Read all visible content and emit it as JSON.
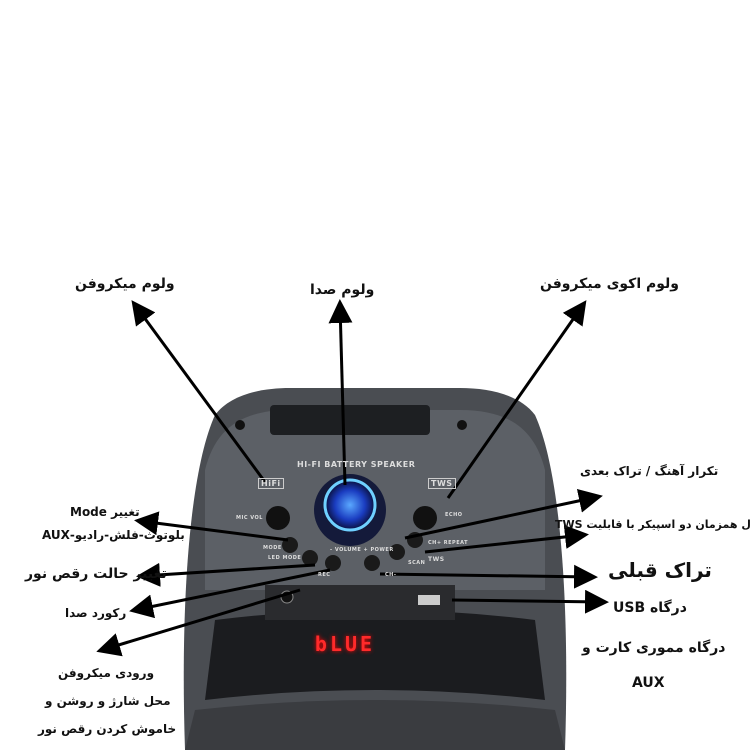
{
  "speaker": {
    "brand_text": "HI-FI BATTERY SPEAKER",
    "hifi_badge": "HiFi",
    "tws_badge": "TWS",
    "display_text": "bLUE",
    "panel_labels": {
      "mic_vol": "MIC VOL",
      "echo": "ECHO",
      "mode": "MODE",
      "led_mode": "LED MODE",
      "volume_power": "- VOLUME + POWER",
      "repeat": "CH+ REPEAT",
      "scan": "SCAN",
      "tws": "TWS",
      "rec": "REC",
      "ch_minus": "CH-"
    }
  },
  "labels": {
    "mic_volume": "ولوم میکروفن",
    "volume": "ولوم صدا",
    "mic_echo_volume": "ولوم اکوی میکروفن",
    "mode_line1": "تغییر Mode",
    "mode_line2": "بلوتوث-فلش-رادیو-AUX",
    "light_mode": "تغییر حالت رقص نور",
    "record": "رکورد صدا",
    "mic_input_line1": "ورودی میکروفن",
    "mic_input_line2": "محل شارژ و روشن و",
    "mic_input_line3": "خاموش کردن رقص نور",
    "next_repeat": "تکرار آهنگ / تراک بعدی",
    "tws": "اتصال همزمان دو اسپیکر با قابلیت TWS",
    "prev_track": "تراک قبلی",
    "usb": "درگاه USB",
    "card_line1": "درگاه مموری کارت و",
    "card_line2": "AUX"
  }
}
